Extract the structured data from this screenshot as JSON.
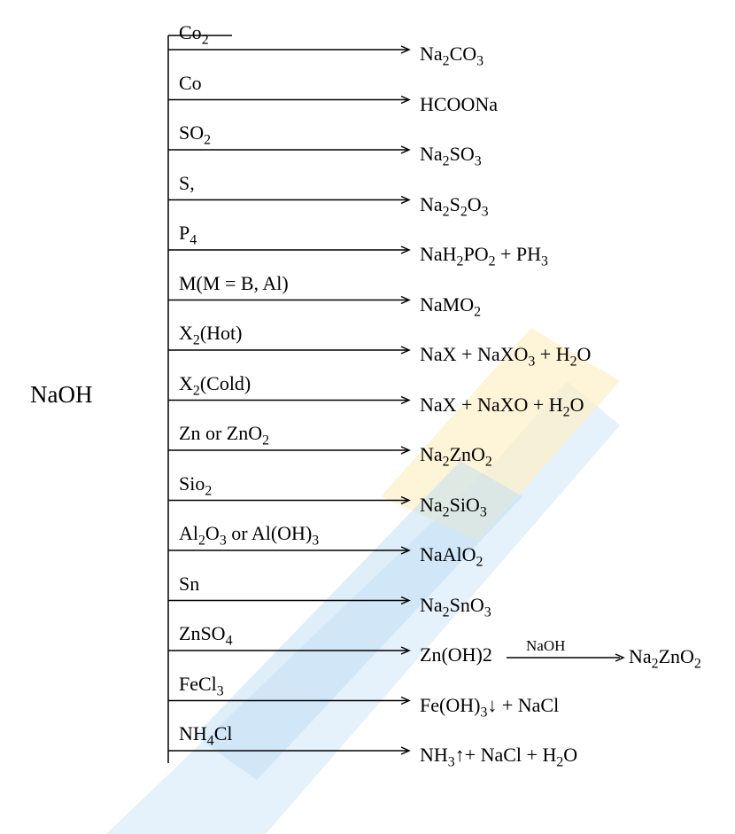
{
  "title": "NaOH",
  "branches": [
    {
      "reagent": [
        "Co",
        {
          "sub": "2"
        }
      ],
      "product": [
        "Na",
        {
          "sub": "2"
        },
        "CO",
        {
          "sub": "3"
        }
      ]
    },
    {
      "reagent": [
        "Co"
      ],
      "product": [
        "HCOONa"
      ]
    },
    {
      "reagent": [
        "SO",
        {
          "sub": "2"
        }
      ],
      "product": [
        "Na",
        {
          "sub": "2"
        },
        "SO",
        {
          "sub": "3"
        }
      ]
    },
    {
      "reagent": [
        "S,"
      ],
      "product": [
        "Na",
        {
          "sub": "2"
        },
        "S",
        {
          "sub": "2"
        },
        "O",
        {
          "sub": "3"
        }
      ]
    },
    {
      "reagent": [
        "P",
        {
          "sub": "4"
        }
      ],
      "product": [
        "NaH",
        {
          "sub": "2"
        },
        "PO",
        {
          "sub": "2"
        },
        " + PH",
        {
          "sub": "3"
        }
      ]
    },
    {
      "reagent": [
        "M(M = B, Al)"
      ],
      "product": [
        "NaMO",
        {
          "sub": "2"
        }
      ]
    },
    {
      "reagent": [
        "X",
        {
          "sub": "2"
        },
        "(Hot)"
      ],
      "product": [
        "NaX + NaXO",
        {
          "sub": "3"
        },
        " + H",
        {
          "sub": "2"
        },
        "O"
      ]
    },
    {
      "reagent": [
        "X",
        {
          "sub": "2"
        },
        "(Cold)"
      ],
      "product": [
        "NaX + NaXO + H",
        {
          "sub": "2"
        },
        "O"
      ]
    },
    {
      "reagent": [
        "Zn or ZnO",
        {
          "sub": "2"
        }
      ],
      "product": [
        "Na",
        {
          "sub": "2"
        },
        "ZnO",
        {
          "sub": "2"
        }
      ]
    },
    {
      "reagent": [
        "Sio",
        {
          "sub": "2"
        }
      ],
      "product": [
        "Na",
        {
          "sub": "2"
        },
        "SiO",
        {
          "sub": "3"
        }
      ]
    },
    {
      "reagent": [
        "Al",
        {
          "sub": "2"
        },
        "O",
        {
          "sub": "3"
        },
        " or Al(OH)",
        {
          "sub": "3"
        }
      ],
      "product": [
        "NaAlO",
        {
          "sub": "2"
        }
      ]
    },
    {
      "reagent": [
        "Sn"
      ],
      "product": [
        "Na",
        {
          "sub": "2"
        },
        "SnO",
        {
          "sub": "3"
        }
      ]
    },
    {
      "reagent": [
        "ZnSO",
        {
          "sub": "4"
        }
      ],
      "product": [
        "Zn(OH)2"
      ],
      "second_step": {
        "label": "NaOH",
        "product": [
          "Na",
          {
            "sub": "2"
          },
          "ZnO",
          {
            "sub": "2"
          }
        ]
      }
    },
    {
      "reagent": [
        "FeCl",
        {
          "sub": "3"
        }
      ],
      "product": [
        "Fe(OH)",
        {
          "sub": "3"
        },
        "↓ + NaCl"
      ]
    },
    {
      "reagent": [
        "NH",
        {
          "sub": "4"
        },
        "Cl"
      ],
      "product": [
        "NH",
        {
          "sub": "3"
        },
        "↑+  NaCl + H",
        {
          "sub": "2"
        },
        "O"
      ]
    }
  ],
  "colors": {
    "line": "#000000",
    "watermark_blue": "#a9d3f2",
    "watermark_yellow": "#fde9b0"
  }
}
